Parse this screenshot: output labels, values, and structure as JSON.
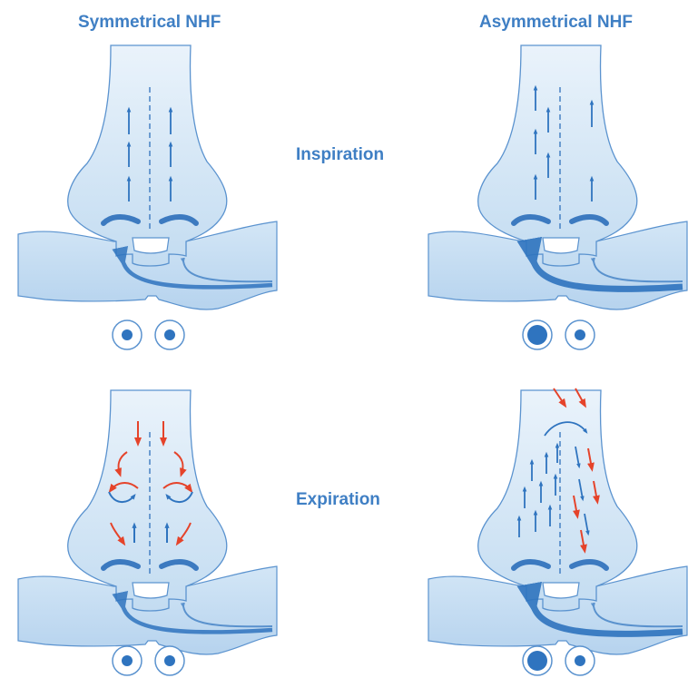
{
  "columns": {
    "symmetrical": "Symmetrical NHF",
    "asymmetrical": "Asymmetrical NHF"
  },
  "rows": {
    "inspiration": "Inspiration",
    "expiration": "Expiration"
  },
  "colors": {
    "text_blue": "#3f7fc4",
    "nose_fill": "#cfe3f4",
    "nose_stroke": "#5b93cf",
    "airflow_blue": "#2f74bf",
    "airflow_red": "#e5432a",
    "cannula": "#3c7ac0"
  },
  "icons": {
    "nostril_flow_indicator": "circle-dot-icon",
    "airflow_arrow": "arrow-icon"
  },
  "panels": [
    {
      "column": "symmetrical",
      "row": "inspiration",
      "left_flow": "normal",
      "right_flow": "normal"
    },
    {
      "column": "asymmetrical",
      "row": "inspiration",
      "left_flow": "large",
      "right_flow": "normal"
    },
    {
      "column": "symmetrical",
      "row": "expiration",
      "left_flow": "normal",
      "right_flow": "normal"
    },
    {
      "column": "asymmetrical",
      "row": "expiration",
      "left_flow": "large",
      "right_flow": "normal"
    }
  ]
}
